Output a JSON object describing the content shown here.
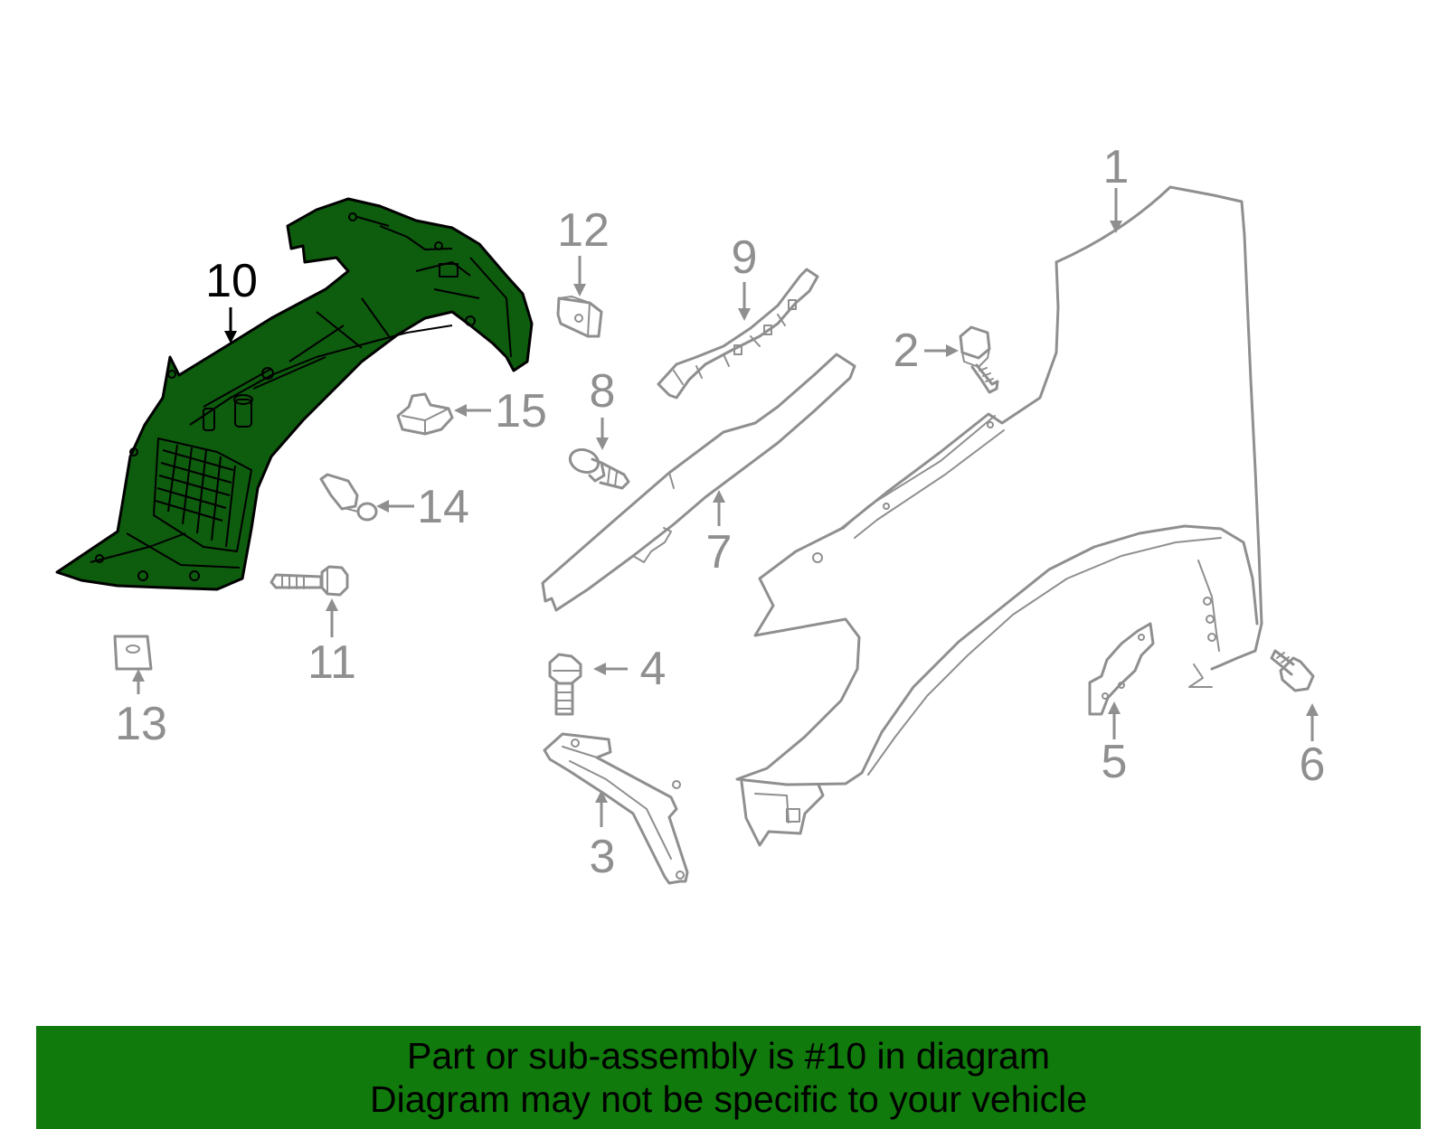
{
  "colors": {
    "highlight_fill": "#0e5c0e",
    "highlight_outline": "#000000",
    "part_line": "#8f8f8f",
    "label_text": "#8f8f8f",
    "highlight_label_text": "#000000",
    "banner_background": "#117a0c",
    "banner_text": "#000000",
    "background": "#ffffff"
  },
  "diagram": {
    "highlighted_part": "10",
    "callouts": [
      {
        "key": "c1",
        "number": "1",
        "highlighted": false
      },
      {
        "key": "c2",
        "number": "2",
        "highlighted": false
      },
      {
        "key": "c3",
        "number": "3",
        "highlighted": false
      },
      {
        "key": "c4",
        "number": "4",
        "highlighted": false
      },
      {
        "key": "c5",
        "number": "5",
        "highlighted": false
      },
      {
        "key": "c6",
        "number": "6",
        "highlighted": false
      },
      {
        "key": "c7",
        "number": "7",
        "highlighted": false
      },
      {
        "key": "c8",
        "number": "8",
        "highlighted": false
      },
      {
        "key": "c9",
        "number": "9",
        "highlighted": false
      },
      {
        "key": "c10",
        "number": "10",
        "highlighted": true
      },
      {
        "key": "c11",
        "number": "11",
        "highlighted": false
      },
      {
        "key": "c12",
        "number": "12",
        "highlighted": false
      },
      {
        "key": "c13",
        "number": "13",
        "highlighted": false
      },
      {
        "key": "c14",
        "number": "14",
        "highlighted": false
      },
      {
        "key": "c15",
        "number": "15",
        "highlighted": false
      }
    ]
  },
  "banner": {
    "line1": "Part or sub-assembly is #10 in diagram",
    "line2": "Diagram may not be specific to your vehicle"
  }
}
